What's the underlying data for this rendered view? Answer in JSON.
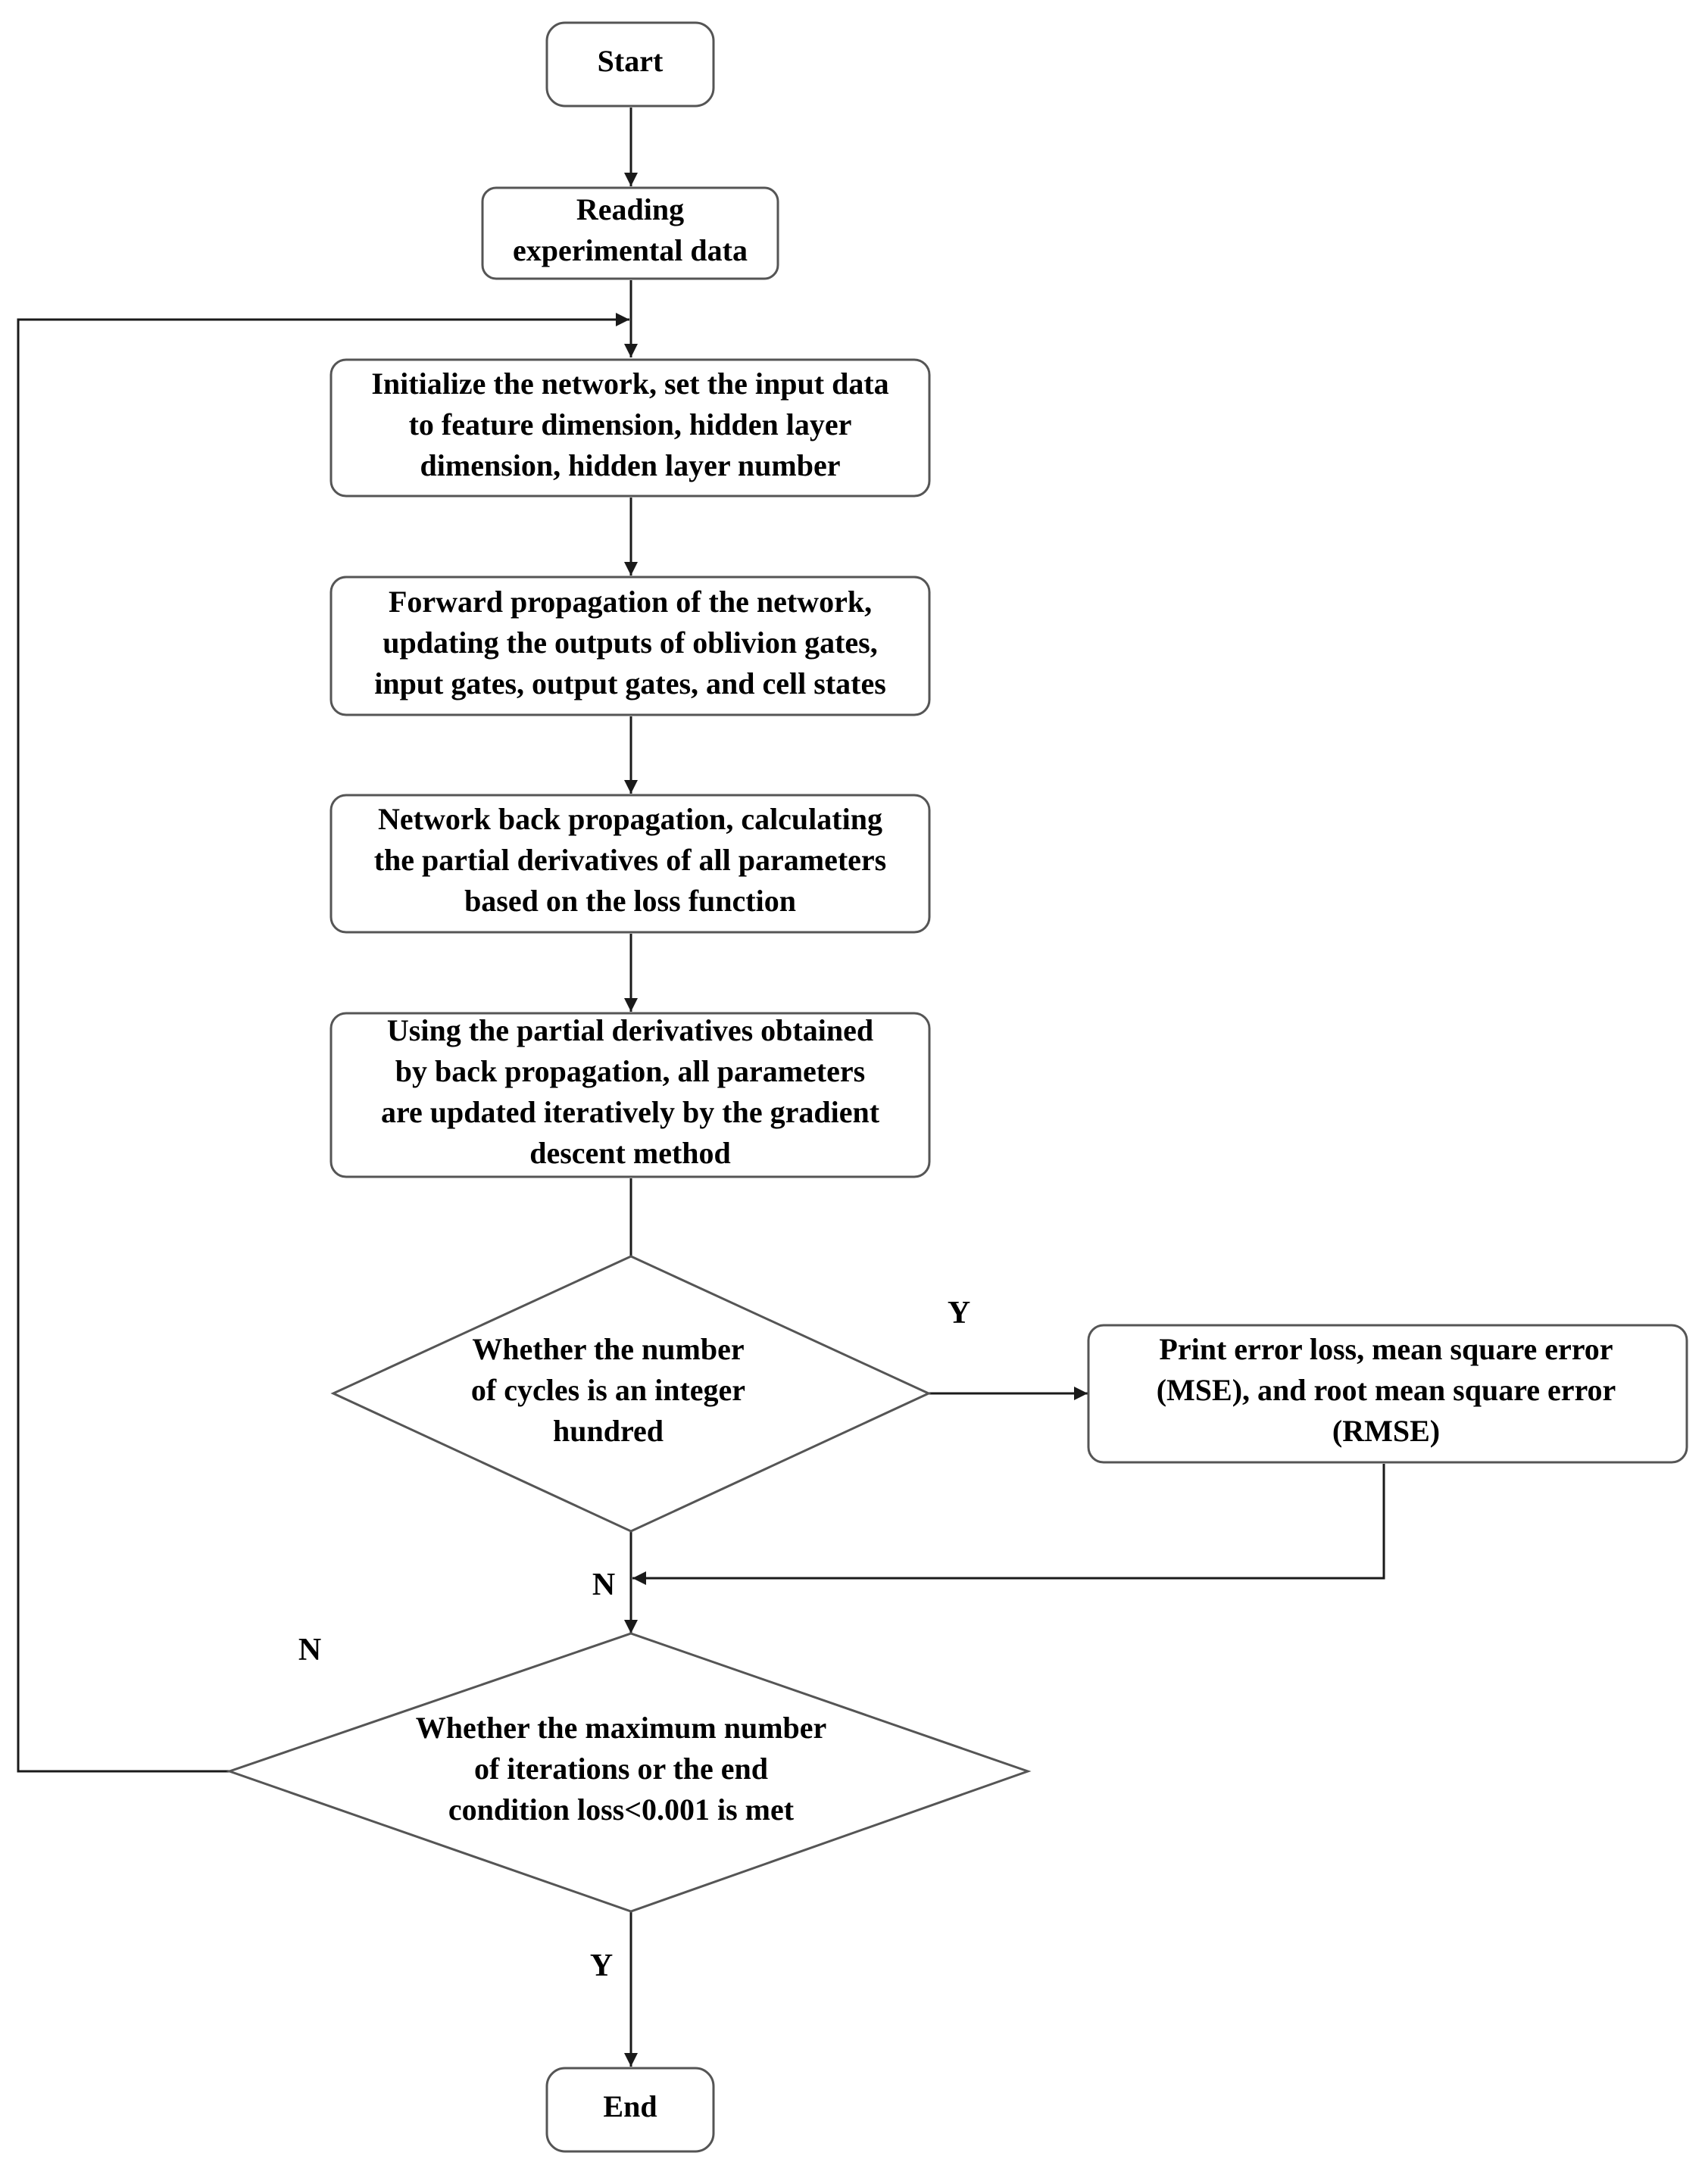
{
  "nodes": {
    "start": {
      "lines": [
        "Start"
      ]
    },
    "read": {
      "lines": [
        "Reading",
        "experimental data"
      ]
    },
    "init": {
      "lines": [
        "Initialize the network, set the input data",
        "to feature dimension, hidden layer",
        "dimension, hidden layer number"
      ]
    },
    "forward": {
      "lines": [
        "Forward propagation of the network,",
        "updating the outputs of oblivion gates,",
        "input gates, output gates, and cell states"
      ]
    },
    "backprop": {
      "lines": [
        "Network back propagation, calculating",
        "the partial derivatives of all parameters",
        "based on the loss function"
      ]
    },
    "update": {
      "lines": [
        "Using the partial derivatives obtained",
        "by back propagation, all parameters",
        "are updated iteratively by the gradient",
        "descent method"
      ]
    },
    "cycle_check": {
      "lines": [
        "Whether the number",
        "of cycles is an integer",
        "hundred"
      ]
    },
    "print": {
      "lines": [
        "Print error loss, mean square error",
        "(MSE), and root mean square error",
        "(RMSE)"
      ]
    },
    "end_check": {
      "lines": [
        "Whether the maximum number",
        "of iterations or the end",
        "condition loss<0.001 is met"
      ]
    },
    "end": {
      "lines": [
        "End"
      ]
    }
  },
  "branch_labels": {
    "cycle_yes": "Y",
    "cycle_no": "N",
    "loop_no": "N",
    "end_yes": "Y"
  }
}
